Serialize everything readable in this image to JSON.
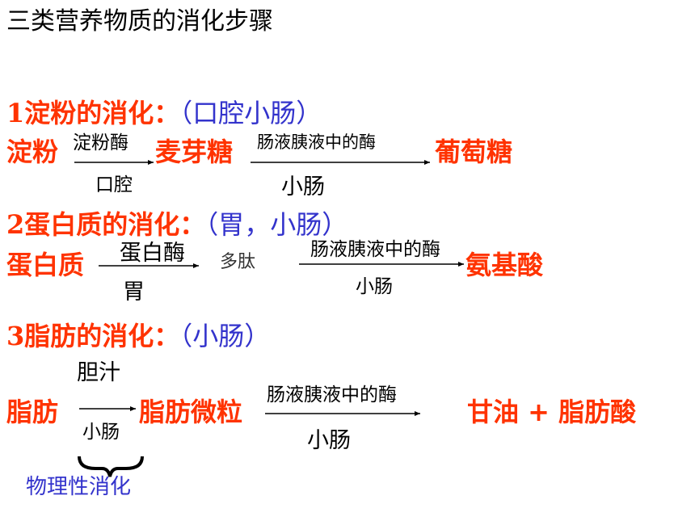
{
  "title": "三类营养物质的消化步骤",
  "starch": {
    "heading_num": "1",
    "heading": "淀粉的消化：",
    "location": "（口腔小肠）",
    "substrate": "淀粉",
    "enzyme1": "淀粉酶",
    "site1": "口腔",
    "product1": "麦芽糖",
    "enzyme2": "肠液胰液中的酶",
    "site2": "小肠",
    "product2": "葡萄糖"
  },
  "protein": {
    "heading_num": "2",
    "heading": "蛋白质的消化：",
    "location": "（胃，小肠）",
    "substrate": "蛋白质",
    "enzyme1": "蛋白酶",
    "site1": "胃",
    "intermediate": "多肽",
    "enzyme2": "肠液胰液中的酶",
    "site2": "小肠",
    "product": "氨基酸"
  },
  "fat": {
    "heading_num": "3",
    "heading": "脂肪的消化：",
    "location": "（小肠）",
    "substrate": "脂肪",
    "agent1": "胆汁",
    "site1": "小肠",
    "product1": "脂肪微粒",
    "enzyme2": "肠液胰液中的酶",
    "site2": "小肠",
    "product2": "甘油 + 脂肪酸",
    "physical_note": "物理性消化"
  },
  "colors": {
    "term": "#ff3300",
    "location": "#3333cc",
    "text": "#000000"
  }
}
